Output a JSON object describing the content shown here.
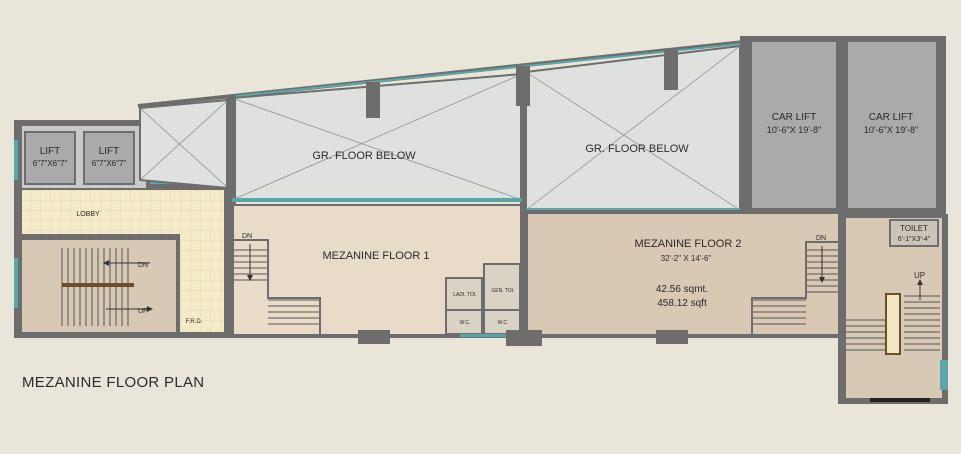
{
  "plan_title": "MEZANINE FLOOR PLAN",
  "rooms": {
    "lift_1": {
      "name": "LIFT",
      "size": "6\"7\"X6\"7\""
    },
    "lift_2": {
      "name": "LIFT",
      "size": "6\"7\"X6\"7\""
    },
    "lobby": "LOBBY",
    "frd": "F.R.D.",
    "gr_floor_below_1": "GR. FLOOR BELOW",
    "gr_floor_below_2": "GR. FLOOR BELOW",
    "car_lift_1": {
      "name": "CAR LIFT",
      "size": "10'-6\"X 19'-8\""
    },
    "car_lift_2": {
      "name": "CAR LIFT",
      "size": "10'-6\"X 19'-8\""
    },
    "mezanine_1": "MEZANINE FLOOR 1",
    "mezanine_2": {
      "name": "MEZANINE FLOOR 2",
      "dims": "32'-2\" X 14'-6\"",
      "area_sqmt": "42.56 sqmt.",
      "area_sqft": "458.12 sqft"
    },
    "ladies_toilet": "LADI. TOI.",
    "gents_toilet": "GEN. TOI.",
    "wc_1": "W.C.",
    "wc_2": "W.C.",
    "toilet": {
      "name": "TOILET",
      "size": "6'-1\"X3'-4\""
    }
  },
  "stairs": {
    "left_dn": "DN",
    "left_up": "UP",
    "mez1_dn": "DN",
    "mez2_dn": "DN",
    "right_up": "UP"
  },
  "colors": {
    "background": "#e9e6d9",
    "wall": "#6d6d6d",
    "lift_fill": "#a9aaa9",
    "void_fill": "#dfe1df",
    "floor_fill": "#e8dcc8",
    "mezanine2_fill": "#d9c8b4",
    "lobby_fill": "#f4ecc8",
    "window": "#5aa6a8"
  }
}
